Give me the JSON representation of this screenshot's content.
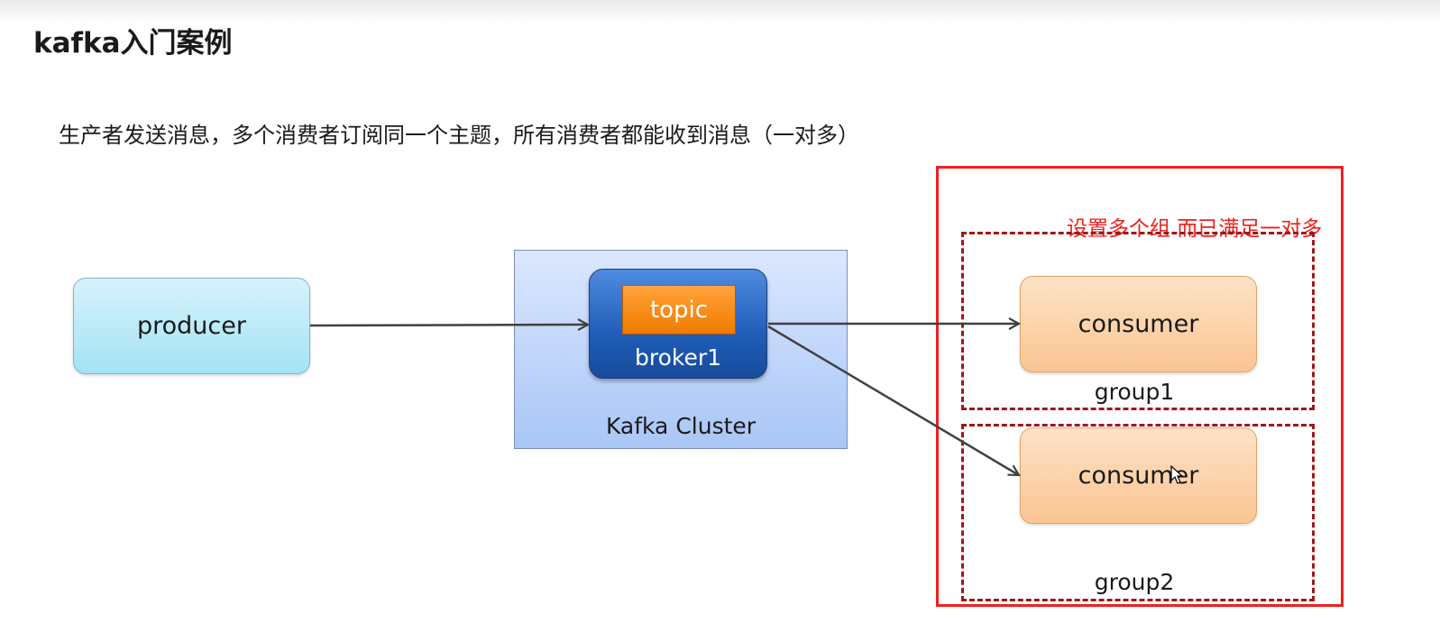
{
  "title": "kafka入门案例",
  "subtitle": "生产者发送消息，多个消费者订阅同一个主题，所有消费者都能收到消息（一对多）",
  "producer": {
    "label": "producer"
  },
  "cluster": {
    "label": "Kafka Cluster"
  },
  "broker": {
    "label": "broker1",
    "topic": "topic"
  },
  "consumers": [
    {
      "label": "consumer",
      "group": "group1"
    },
    {
      "label": "consumer",
      "group": "group2"
    }
  ],
  "annotation": {
    "text": "设置多个组 而已满足一对多",
    "color": "#ef2020"
  },
  "colors": {
    "producer_fill": "#a3e3f6",
    "cluster_fill": "#a9c6f6",
    "broker_fill": "#1f5db8",
    "topic_fill": "#f07b00",
    "consumer_fill": "#fbc593",
    "group_border": "#a01818",
    "arrow": "#404040"
  }
}
